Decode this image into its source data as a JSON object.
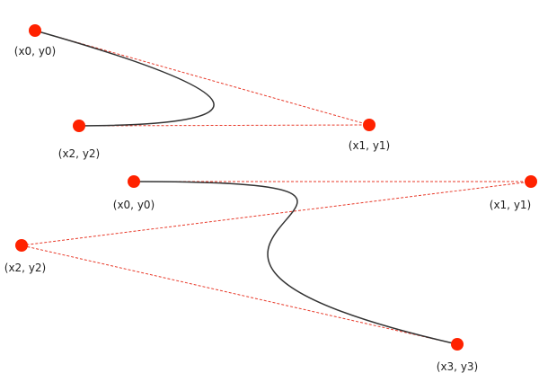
{
  "quadratic": {
    "labels": {
      "p0": "(x0, y0)",
      "p1": "(x1, y1)",
      "p2": "(x2, y2)"
    }
  },
  "cubic": {
    "labels": {
      "p0": "(x0, y0)",
      "p1": "(x1, y1)",
      "p2": "(x2, y2)",
      "p3": "(x3, y3)"
    }
  },
  "colors": {
    "control_point": "#ff2200",
    "control_line": "#e83a2a",
    "curve": "#333333"
  }
}
